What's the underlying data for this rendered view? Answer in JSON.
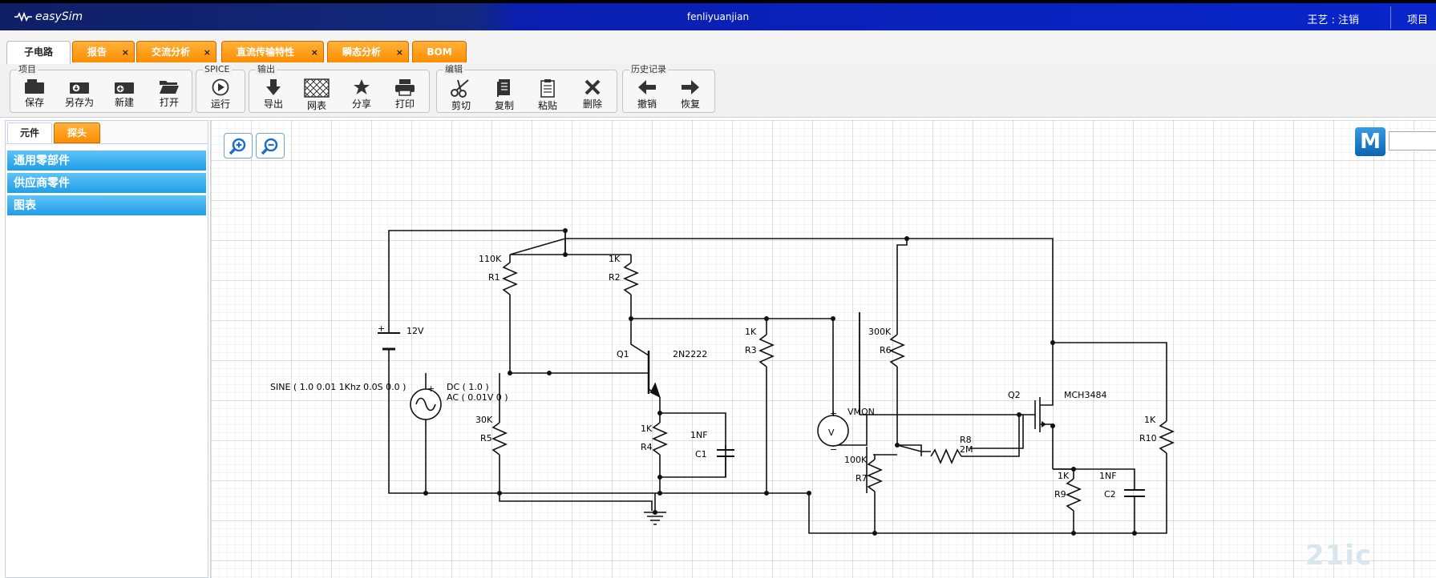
{
  "app": {
    "logo": "easySim",
    "title": "fenliyuanjian",
    "user": "王艺 : 注销",
    "project": "项目"
  },
  "tabs": [
    {
      "label": "子电路",
      "active": true,
      "closable": false
    },
    {
      "label": "报告",
      "closable": true
    },
    {
      "label": "交流分析",
      "closable": true
    },
    {
      "label": "直流传输特性",
      "closable": true
    },
    {
      "label": "瞬态分析",
      "closable": true
    },
    {
      "label": "BOM",
      "closable": false
    }
  ],
  "toolbar": {
    "groups": [
      {
        "title": "项目",
        "buttons": [
          {
            "label": "保存",
            "icon": "save-icon"
          },
          {
            "label": "另存为",
            "icon": "save-as-icon"
          },
          {
            "label": "新建",
            "icon": "new-icon"
          },
          {
            "label": "打开",
            "icon": "open-folder-icon"
          }
        ]
      },
      {
        "title": "SPICE",
        "buttons": [
          {
            "label": "运行",
            "icon": "run-icon"
          }
        ]
      },
      {
        "title": "输出",
        "buttons": [
          {
            "label": "导出",
            "icon": "export-icon"
          },
          {
            "label": "网表",
            "icon": "netlist-icon"
          },
          {
            "label": "分享",
            "icon": "share-star-icon"
          },
          {
            "label": "打印",
            "icon": "print-icon"
          }
        ]
      },
      {
        "title": "编辑",
        "buttons": [
          {
            "label": "剪切",
            "icon": "cut-icon"
          },
          {
            "label": "复制",
            "icon": "copy-icon"
          },
          {
            "label": "粘贴",
            "icon": "paste-icon"
          },
          {
            "label": "删除",
            "icon": "delete-icon"
          }
        ]
      },
      {
        "title": "历史记录",
        "buttons": [
          {
            "label": "撤销",
            "icon": "undo-icon"
          },
          {
            "label": "恢复",
            "icon": "redo-icon"
          }
        ]
      }
    ]
  },
  "left_panel": {
    "tabs": [
      {
        "label": "元件",
        "active": true
      },
      {
        "label": "探头"
      }
    ],
    "sections": [
      "通用零部件",
      "供应商零件",
      "图表"
    ]
  },
  "canvas": {
    "logo_letter": "M",
    "watermark": "21ic"
  },
  "schematic": {
    "labels": {
      "r1_value": "110K",
      "r1_name": "R1",
      "r2_value": "1K",
      "r2_name": "R2",
      "v_dc": "12V",
      "source": "SINE ( 1.0 0.01 1Khz 0.0S 0.0 )",
      "source_dc": "DC ( 1.0 )",
      "source_ac": "AC ( 0.01V 0 )",
      "q1_name": "Q1",
      "q1_part": "2N2222",
      "r3_value": "1K",
      "r3_name": "R3",
      "r5_value": "30K",
      "r5_name": "R5",
      "r4_value": "1K",
      "r4_name": "R4",
      "c1_value": "1NF",
      "c1_name": "C1",
      "vmon": "VMON",
      "r6_value": "300K",
      "r6_name": "R6",
      "r7_value": "100K",
      "r7_name": "R7",
      "r8_name": "R8",
      "r8_value": "2M",
      "q2_name": "Q2",
      "q2_part": "MCH3484",
      "r10_value": "1K",
      "r10_name": "R10",
      "r9_value": "1K",
      "r9_name": "R9",
      "c2_value": "1NF",
      "c2_name": "C2",
      "vm_symbol": "V",
      "plus": "+",
      "minus": "−"
    }
  }
}
